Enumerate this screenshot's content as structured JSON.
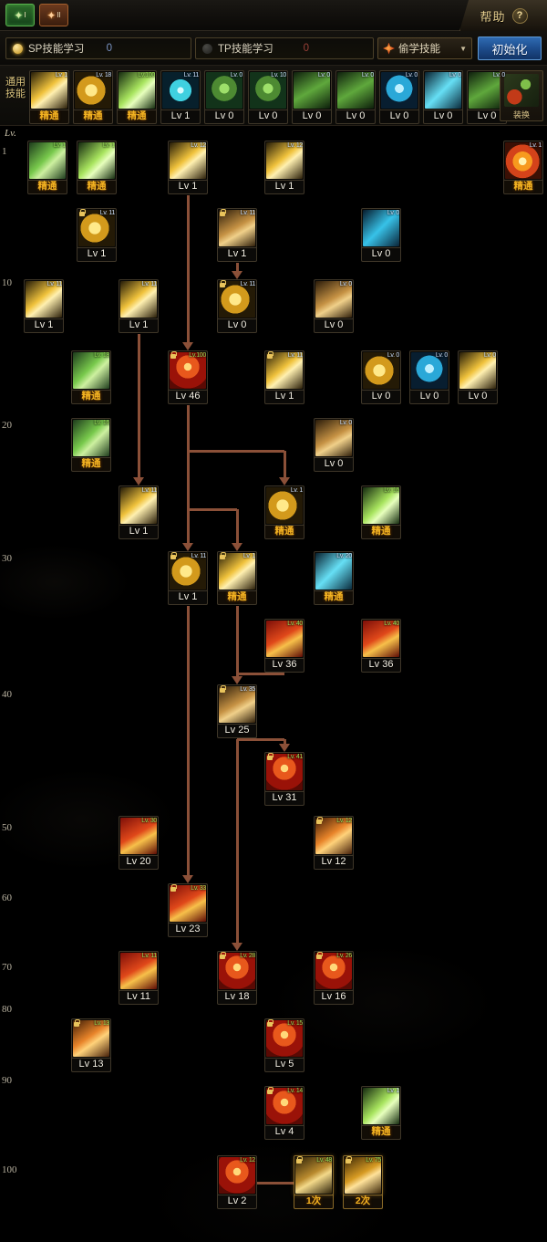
{
  "header": {
    "tab1_label": "I",
    "tab2_label": "II",
    "help_label": "帮助",
    "help_mark": "?"
  },
  "points_bar": {
    "sp_label": "SP技能学习",
    "sp_value": "0",
    "tp_label": "TP技能学习",
    "tp_value": "0",
    "steal_label": "偷学技能",
    "steal_caret": "▼",
    "init_label": "初始化"
  },
  "general_skills": {
    "label": "通用\n技能",
    "swap_label": "装换",
    "items": [
      {
        "lv_tag": "Lv. 1",
        "caption": "精通",
        "art": "a-gold",
        "locked": false,
        "tag_green": false
      },
      {
        "lv_tag": "Lv. 18",
        "caption": "精通",
        "art": "a-gold2",
        "locked": false,
        "tag_green": false
      },
      {
        "lv_tag": "Lv.100",
        "caption": "精通",
        "art": "a-lime",
        "locked": false,
        "tag_green": true
      },
      {
        "lv_tag": "Lv. 11",
        "caption": "Lv 1",
        "art": "a-teal",
        "locked": false,
        "tag_green": false
      },
      {
        "lv_tag": "Lv. 0",
        "caption": "Lv 0",
        "art": "a-green",
        "locked": false,
        "tag_green": false
      },
      {
        "lv_tag": "Lv. 10",
        "caption": "Lv 0",
        "art": "a-green",
        "locked": false,
        "tag_green": false
      },
      {
        "lv_tag": "Lv. 0",
        "caption": "Lv 0",
        "art": "a-darkg",
        "locked": false,
        "tag_green": false
      },
      {
        "lv_tag": "Lv. 0",
        "caption": "Lv 0",
        "art": "a-darkg",
        "locked": false,
        "tag_green": false
      },
      {
        "lv_tag": "Lv. 0",
        "caption": "Lv 0",
        "art": "a-blue",
        "locked": false,
        "tag_green": false
      },
      {
        "lv_tag": "Lv. 0",
        "caption": "Lv 0",
        "art": "a-cyanm",
        "locked": false,
        "tag_green": false
      },
      {
        "lv_tag": "Lv. 0",
        "caption": "Lv 0",
        "art": "a-darkg",
        "locked": false,
        "tag_green": false
      }
    ]
  },
  "level_ruler": {
    "header": "Lv.",
    "ticks": [
      "1",
      "10",
      "20",
      "30",
      "40",
      "50",
      "60",
      "70",
      "80",
      "90",
      "100"
    ]
  },
  "tree": {
    "nodes": [
      {
        "lv_tag": "Lv. 1",
        "caption": "精通",
        "art": "a-green2",
        "locked": false,
        "tag_green": true
      },
      {
        "lv_tag": "Lv. 1",
        "caption": "精通",
        "art": "a-lime",
        "locked": false,
        "tag_green": true
      },
      {
        "lv_tag": "Lv. 12",
        "caption": "Lv 1",
        "art": "a-gold",
        "locked": false,
        "tag_green": false
      },
      {
        "lv_tag": "Lv. 12",
        "caption": "Lv 1",
        "art": "a-gold",
        "locked": false,
        "tag_green": false
      },
      {
        "lv_tag": "Lv. 1",
        "caption": "精通",
        "art": "a-fire",
        "locked": false,
        "tag_green": false
      },
      {
        "lv_tag": "Lv. 11",
        "caption": "Lv 1",
        "art": "a-gold2",
        "locked": true,
        "tag_green": false
      },
      {
        "lv_tag": "Lv. 11",
        "caption": "Lv 1",
        "art": "a-brown",
        "locked": true,
        "tag_green": false
      },
      {
        "lv_tag": "Lv. 0",
        "caption": "Lv 0",
        "art": "a-blue2",
        "locked": false,
        "tag_green": false
      },
      {
        "lv_tag": "Lv. 11",
        "caption": "Lv 1",
        "art": "a-gold",
        "locked": false,
        "tag_green": false
      },
      {
        "lv_tag": "Lv. 11",
        "caption": "Lv 1",
        "art": "a-gold",
        "locked": false,
        "tag_green": false
      },
      {
        "lv_tag": "Lv. 11",
        "caption": "Lv 0",
        "art": "a-gold2",
        "locked": true,
        "tag_green": false
      },
      {
        "lv_tag": "Lv. 0",
        "caption": "Lv 0",
        "art": "a-brown",
        "locked": false,
        "tag_green": false
      },
      {
        "lv_tag": "Lv. 18",
        "caption": "精通",
        "art": "a-green2",
        "locked": false,
        "tag_green": true
      },
      {
        "lv_tag": "Lv.100",
        "caption": "Lv 46",
        "art": "a-red",
        "locked": true,
        "tag_green": true
      },
      {
        "lv_tag": "Lv. 11",
        "caption": "Lv 1",
        "art": "a-gold",
        "locked": true,
        "tag_green": false
      },
      {
        "lv_tag": "Lv. 0",
        "caption": "Lv 0",
        "art": "a-gold2",
        "locked": false,
        "tag_green": false
      },
      {
        "lv_tag": "Lv. 0",
        "caption": "Lv 0",
        "art": "a-blue",
        "locked": false,
        "tag_green": false
      },
      {
        "lv_tag": "Lv. 0",
        "caption": "Lv 0",
        "art": "a-gold",
        "locked": false,
        "tag_green": false
      },
      {
        "lv_tag": "Lv. 16",
        "caption": "精通",
        "art": "a-green2",
        "locked": false,
        "tag_green": true
      },
      {
        "lv_tag": "Lv. 0",
        "caption": "Lv 0",
        "art": "a-brown",
        "locked": false,
        "tag_green": false
      },
      {
        "lv_tag": "Lv. 11",
        "caption": "Lv 1",
        "art": "a-gold",
        "locked": false,
        "tag_green": false
      },
      {
        "lv_tag": "Lv. 1",
        "caption": "精通",
        "art": "a-gold2",
        "locked": false,
        "tag_green": false
      },
      {
        "lv_tag": "Lv. 16",
        "caption": "精通",
        "art": "a-lime",
        "locked": false,
        "tag_green": true
      },
      {
        "lv_tag": "Lv. 11",
        "caption": "Lv 1",
        "art": "a-gold2",
        "locked": true,
        "tag_green": false
      },
      {
        "lv_tag": "Lv. 1",
        "caption": "精通",
        "art": "a-gold",
        "locked": true,
        "tag_green": false
      },
      {
        "lv_tag": "Lv. 20",
        "caption": "精通",
        "art": "a-cyanm",
        "locked": false,
        "tag_green": false
      },
      {
        "lv_tag": "Lv. 40",
        "caption": "Lv 36",
        "art": "a-red2",
        "locked": false,
        "tag_green": true
      },
      {
        "lv_tag": "Lv. 40",
        "caption": "Lv 36",
        "art": "a-red2",
        "locked": false,
        "tag_green": true
      },
      {
        "lv_tag": "Lv. 35",
        "caption": "Lv 25",
        "art": "a-brown",
        "locked": true,
        "tag_green": false
      },
      {
        "lv_tag": "Lv. 41",
        "caption": "Lv 31",
        "art": "a-red",
        "locked": true,
        "tag_green": true
      },
      {
        "lv_tag": "Lv. 30",
        "caption": "Lv 20",
        "art": "a-red2",
        "locked": false,
        "tag_green": true
      },
      {
        "lv_tag": "Lv. 12",
        "caption": "Lv 12",
        "art": "a-orange",
        "locked": true,
        "tag_green": true
      },
      {
        "lv_tag": "Lv. 33",
        "caption": "Lv 23",
        "art": "a-red2",
        "locked": true,
        "tag_green": true
      },
      {
        "lv_tag": "Lv. 11",
        "caption": "Lv 11",
        "art": "a-red2",
        "locked": false,
        "tag_green": true
      },
      {
        "lv_tag": "Lv. 28",
        "caption": "Lv 18",
        "art": "a-red",
        "locked": true,
        "tag_green": true
      },
      {
        "lv_tag": "Lv. 26",
        "caption": "Lv 16",
        "art": "a-red",
        "locked": true,
        "tag_green": true
      },
      {
        "lv_tag": "Lv. 13",
        "caption": "Lv 13",
        "art": "a-orange",
        "locked": true,
        "tag_green": true
      },
      {
        "lv_tag": "Lv. 15",
        "caption": "Lv 5",
        "art": "a-red",
        "locked": true,
        "tag_green": true
      },
      {
        "lv_tag": "Lv. 14",
        "caption": "Lv 4",
        "art": "a-red",
        "locked": true,
        "tag_green": true
      },
      {
        "lv_tag": "Lv. 1",
        "caption": "精通",
        "art": "a-lime",
        "locked": false,
        "tag_green": false
      },
      {
        "lv_tag": "Lv. 12",
        "caption": "Lv 2",
        "art": "a-red",
        "locked": false,
        "tag_green": true
      },
      {
        "lv_tag": "Lv. 48",
        "caption": "1次",
        "art": "a-awk1",
        "locked": true,
        "tag_green": true
      },
      {
        "lv_tag": "Lv. 75",
        "caption": "2次",
        "art": "a-awk2",
        "locked": true,
        "tag_green": true
      }
    ]
  }
}
